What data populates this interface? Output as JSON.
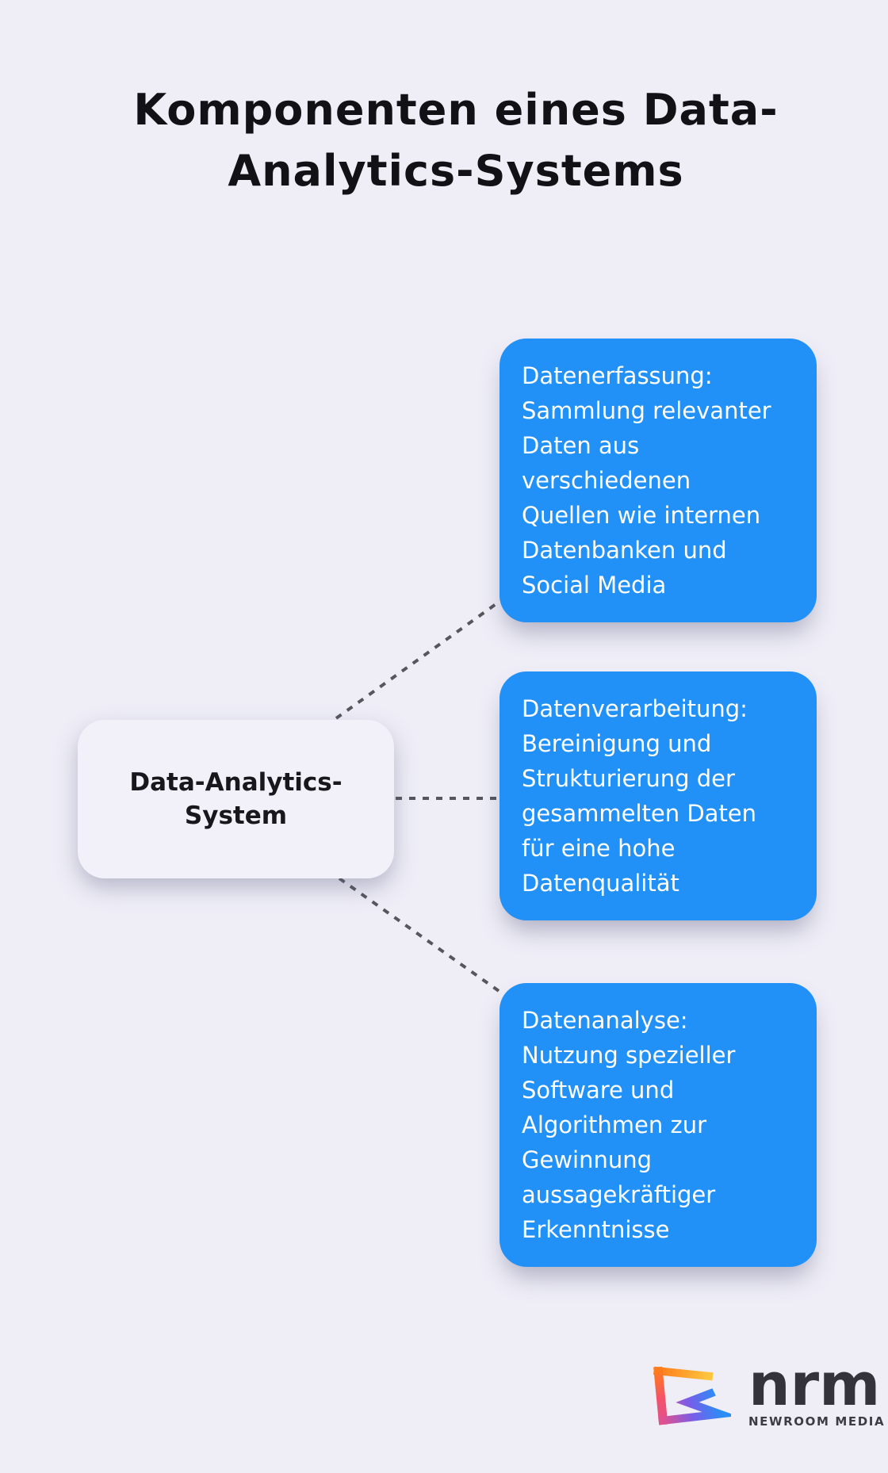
{
  "title": {
    "lines": [
      "Komponenten eines Data-",
      "Analytics-Systems"
    ]
  },
  "central_node": {
    "lines": [
      "Data-Analytics-",
      "System"
    ]
  },
  "boxes": [
    {
      "id": "datenerfassung",
      "lines": [
        "Datenerfassung:",
        "Sammlung relevanter",
        "Daten aus",
        "verschiedenen",
        "Quellen wie internen",
        "Datenbanken und",
        "Social Media"
      ]
    },
    {
      "id": "datenverarbeitung",
      "lines": [
        "Datenverarbeitung:",
        "Bereinigung und",
        "Strukturierung der",
        "gesammelten Daten",
        "für eine hohe",
        "Datenqualität"
      ]
    },
    {
      "id": "datenanalyse",
      "lines": [
        "Datenanalyse:",
        "Nutzung spezieller",
        "Software und",
        "Algorithmen zur",
        "Gewinnung",
        "aussagekräftiger",
        "Erkenntnisse"
      ]
    }
  ],
  "logo": {
    "name": "nrm",
    "subtitle": "NEWROOM MEDIA"
  },
  "colors": {
    "background": "#efeef7",
    "branch_box_blue": "#2191f8",
    "branch_box_text": "#ffffff",
    "central_node_bg": "#f2f1f9",
    "title_text": "#111116",
    "connector_gray": "#56565c",
    "logo_text": "#34333b",
    "logo_gradient_orange": "#ff7b1c",
    "logo_gradient_yellow": "#ffc53e",
    "logo_gradient_pink": "#e0518d",
    "logo_gradient_blue": "#2b8df7"
  }
}
